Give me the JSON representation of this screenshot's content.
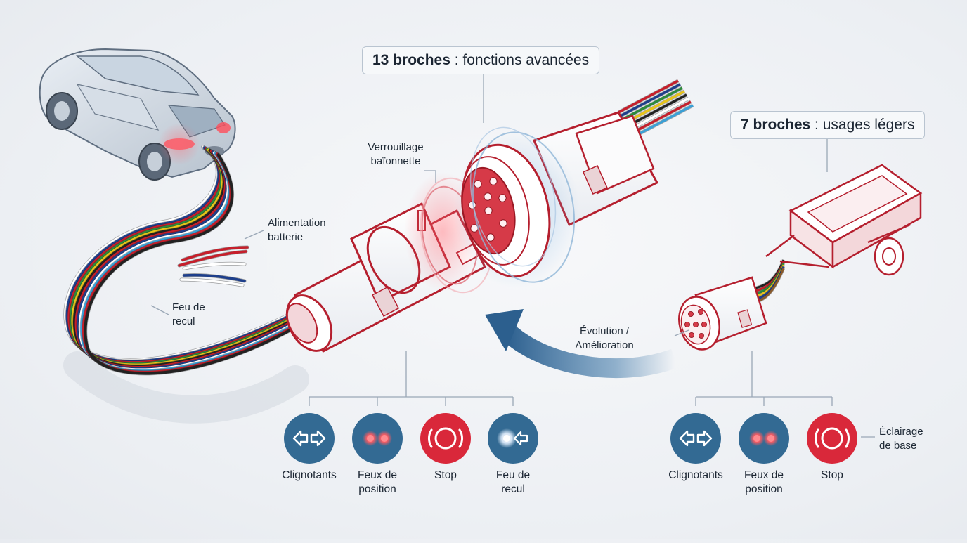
{
  "callouts": {
    "pin13": {
      "bold": "13 broches",
      "rest": " : fonctions avancées"
    },
    "pin7": {
      "bold": "7 broches",
      "rest": " : usages légers"
    }
  },
  "labels": {
    "bayonet": [
      "Verrouillage",
      "baïonnette"
    ],
    "battery": [
      "Alimentation",
      "batterie"
    ],
    "reverse_wire": [
      "Feu de",
      "recul"
    ],
    "evolution": [
      "Évolution /",
      "Amélioration"
    ],
    "basic_light": [
      "Éclairage",
      "de base"
    ]
  },
  "functions_13": [
    {
      "icon": "turn-signals-icon",
      "lines": [
        "Clignotants"
      ]
    },
    {
      "icon": "position-lights-icon",
      "lines": [
        "Feux de",
        "position"
      ]
    },
    {
      "icon": "brake-icon",
      "lines": [
        "Stop"
      ]
    },
    {
      "icon": "reverse-light-icon",
      "lines": [
        "Feu de",
        "recul"
      ]
    }
  ],
  "functions_7": [
    {
      "icon": "turn-signals-icon",
      "lines": [
        "Clignotants"
      ]
    },
    {
      "icon": "position-lights-icon",
      "lines": [
        "Feux de",
        "position"
      ]
    },
    {
      "icon": "brake-icon",
      "lines": [
        "Stop"
      ]
    }
  ],
  "colors": {
    "connector_red": "#b51f2e",
    "badge_blue": "#336a93",
    "badge_red": "#d9283a",
    "arrow_blue": "#3f78a8",
    "wires": [
      "#1e3f8c",
      "#c61f2b",
      "#2c8a3c",
      "#e8c41a",
      "#222222",
      "#ffffff",
      "#8a5a2b",
      "#3aa0d6"
    ]
  }
}
